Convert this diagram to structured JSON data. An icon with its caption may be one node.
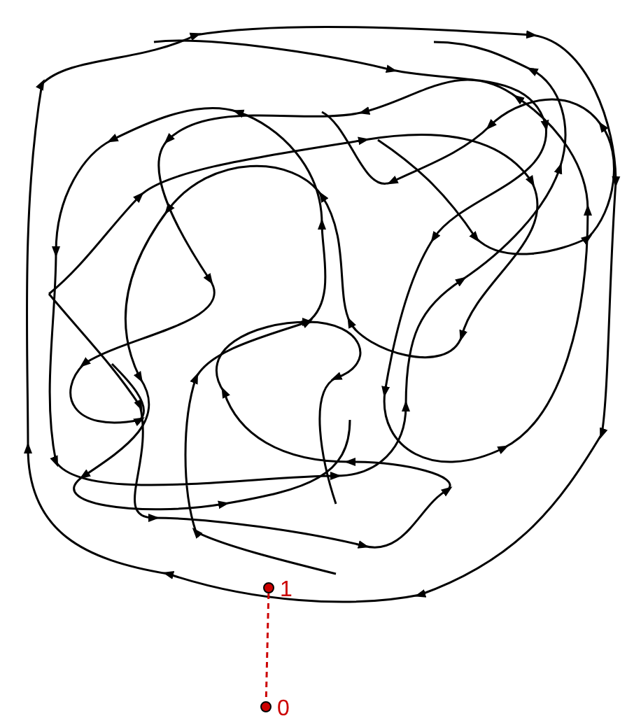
{
  "diagram": {
    "nodes": [
      {
        "text": [],
        "shape": "circle",
        "beside": [
          "1"
        ]
      },
      {
        "text": [],
        "shape": "circle",
        "beside": [
          "0"
        ]
      }
    ],
    "edges": [
      {
        "from": 0,
        "to": 1,
        "arrow": "none",
        "style": "dashed",
        "color": "#cc0000"
      }
    ]
  }
}
